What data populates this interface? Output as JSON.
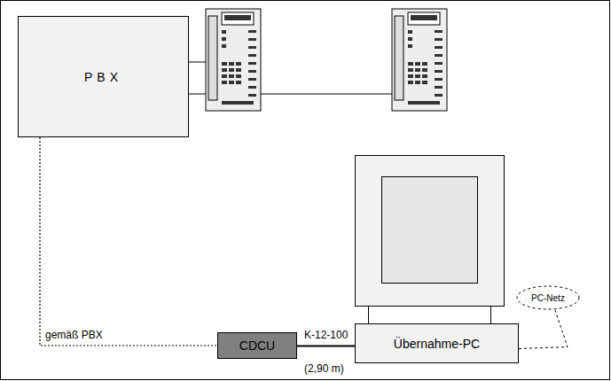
{
  "diagram": {
    "nodes": [
      {
        "text": [
          "PBX"
        ]
      },
      {
        "text": [
          "CDCU"
        ]
      },
      {
        "text": [
          "Übernahme-PC"
        ]
      },
      {
        "text": [
          "PC-Netz"
        ]
      }
    ],
    "edges": [
      {
        "from": 0,
        "to": 1,
        "label": "gemäß PBX",
        "arrow": "none"
      },
      {
        "from": 1,
        "to": 2,
        "label": "K-12-100",
        "arrow": "none"
      },
      {
        "from": 2,
        "to": 3,
        "arrow": "none"
      }
    ],
    "labels": [
      "(2,90 m)"
    ]
  }
}
